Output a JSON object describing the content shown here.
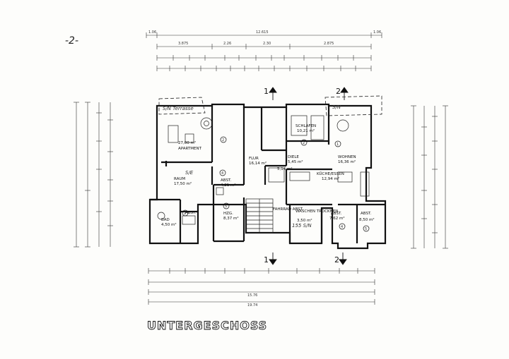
{
  "page_number": "-2-",
  "floor_title": "UNTERGESCHOSS",
  "sections": {
    "one": "1",
    "two": "2"
  },
  "notes": {
    "terrace_left": "S/N Terrasse",
    "terrace_right": "S/N",
    "note_mid": "S/E",
    "note_bottom": "155 S/N"
  },
  "rooms": [
    {
      "id": "apartment",
      "name": "APARTMENT",
      "area": "27,00 m²",
      "num": "2"
    },
    {
      "id": "bad",
      "name": "BAD",
      "area": "4,50 m²",
      "num": "3"
    },
    {
      "id": "abst1",
      "name": "ABST.",
      "area": "",
      "num": "2"
    },
    {
      "id": "flur",
      "name": "FLUR",
      "area": "16,14 m²",
      "num": ""
    },
    {
      "id": "abst2",
      "name": "ABST.",
      "area": "4,21 m²",
      "num": "4"
    },
    {
      "id": "hzg",
      "name": "HZG.",
      "area": "8,37 m²",
      "num": "5"
    },
    {
      "id": "schlafen",
      "name": "SCHLAFEN",
      "area": "10,21 m²",
      "num": "2"
    },
    {
      "id": "diele",
      "name": "DIELE",
      "area": "5,45 m²",
      "num": ""
    },
    {
      "id": "wohnen",
      "name": "WOHNEN",
      "area": "16,36 m²",
      "num": "1"
    },
    {
      "id": "kuche",
      "name": "KÜCHE/ESSEN",
      "area": "12,94 m²",
      "num": ""
    },
    {
      "id": "bad2",
      "name": "BAD",
      "area": "5,14 m²",
      "num": ""
    },
    {
      "id": "fahrrad",
      "name": "FAHRRAD ABST.",
      "area": "",
      "num": ""
    },
    {
      "id": "waschen",
      "name": "WASCHEN TROCKNEN",
      "area": "3,50 m²",
      "num": ""
    },
    {
      "id": "abst3",
      "name": "ABST.",
      "area": "7,62 m²",
      "num": "4"
    },
    {
      "id": "abst4",
      "name": "ABST.",
      "area": "8,50 m²",
      "num": "5"
    },
    {
      "id": "room_left",
      "name": "RAUM",
      "area": "17,50 m²",
      "num": ""
    }
  ],
  "dims": {
    "top_total": "12.615",
    "top_left": "1.06",
    "top_right": "1.06",
    "top_row2": [
      "3.875",
      "2.26",
      "2.30",
      "2.875"
    ],
    "bottom_total": "19.74",
    "bottom_mid": "15.76"
  }
}
